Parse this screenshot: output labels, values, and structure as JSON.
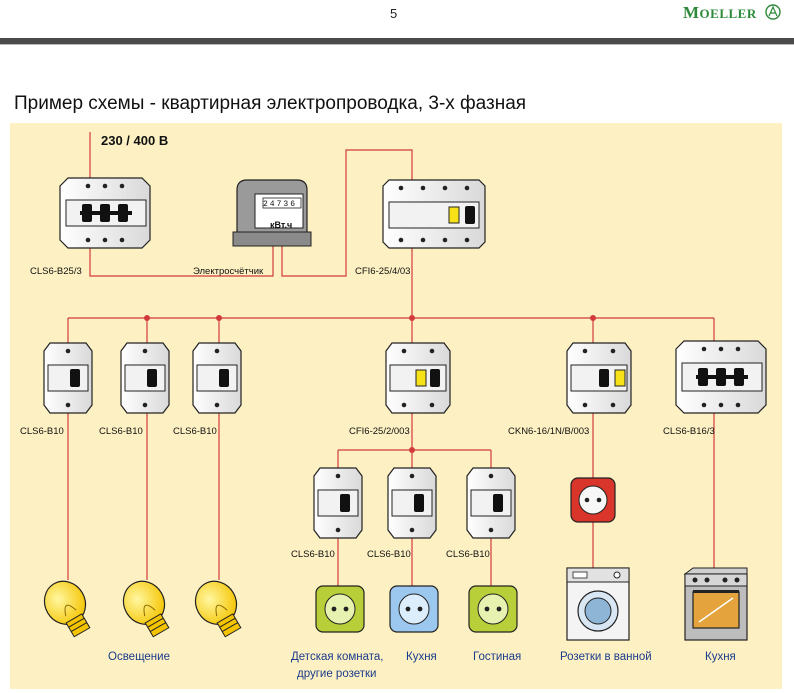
{
  "header": {
    "page_number": "5",
    "brand": "Moeller"
  },
  "title": "Пример схемы - квартирная электропроводка, 3-х фазная",
  "supply": {
    "voltage_label": "230 / 400 B"
  },
  "meter": {
    "digits": "24736",
    "unit": "кВт.ч",
    "label": "Электросчётчик"
  },
  "devices": {
    "main_breaker": "CLS6-B25/3",
    "main_rcd": "CFI6-25/4/03",
    "light1": "CLS6-B10",
    "light2": "CLS6-B10",
    "light3": "CLS6-B10",
    "rcd2": "CFI6-25/2/003",
    "rcbo": "CKN6-16/1N/B/003",
    "kitchen_breaker": "CLS6-B16/3",
    "sub1": "CLS6-B10",
    "sub2": "CLS6-B10",
    "sub3": "CLS6-B10"
  },
  "loads": {
    "lighting": "Освещение",
    "childroom_line1": "Детская комната,",
    "childroom_line2": "другие розетки",
    "kitchen_socket": "Кухня",
    "living_room": "Гостиная",
    "bathroom": "Розетки в ванной",
    "kitchen_stove": "Кухня"
  },
  "colors": {
    "panel_bg": "#fdf1c3",
    "wire": "#d23b3b",
    "label_blue": "#1a3b8c",
    "brand_green": "#2d8a3a",
    "bulb_yellow": "#f5c400"
  }
}
